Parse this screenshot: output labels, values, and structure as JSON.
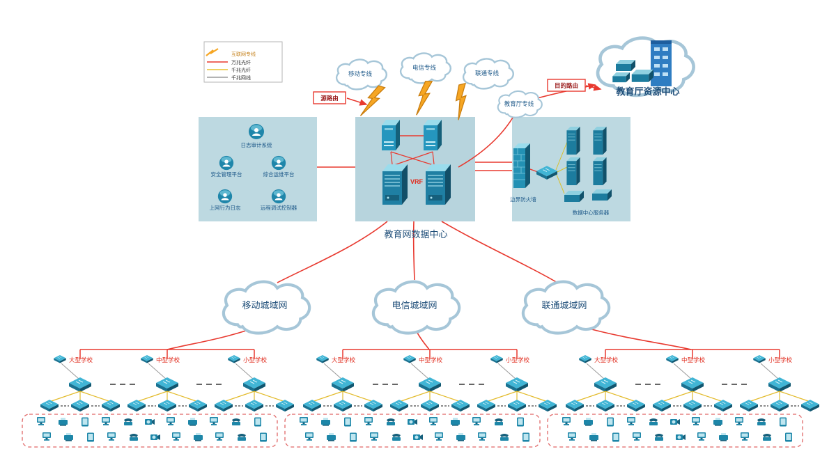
{
  "legend": {
    "items": [
      {
        "label": "互联网专线"
      },
      {
        "label": "万兆光纤"
      },
      {
        "label": "千兆光纤"
      },
      {
        "label": "千兆网线"
      }
    ]
  },
  "colors": {
    "internet_bolt": "#f6a623",
    "fiber_10g_red": "#e8392f",
    "fiber_1g_yellow": "#e8c22e",
    "cable_1g_gray": "#9a9a9a",
    "zone_box_teal": "#bdd9e1",
    "device_teal": "#1f7fa3",
    "label_blue": "#1f4e79"
  },
  "top": {
    "clouds": {
      "mobile": "移动专线",
      "telecom": "电信专线",
      "unicom": "联通专线",
      "edu": "教育厅专线"
    },
    "source_route": "源路由",
    "dest_route": "目的路由",
    "resource_center": "教育厅资源中心"
  },
  "data_center": {
    "label": "教育网数据中心",
    "vrf": "VRF"
  },
  "management": {
    "log_audit": "日志审计系统",
    "security": "安全管理平台",
    "ops": "综合运维平台",
    "behavior": "上网行为日志",
    "remote": "远程调试控制器"
  },
  "server_area": {
    "firewall": "边界防火墙",
    "servers": "数据中心服务器"
  },
  "metro": {
    "mobile": "移动城域网",
    "telecom": "电信城域网",
    "unicom": "联通城域网"
  },
  "schools": {
    "large": "大型学校",
    "medium": "中型学校",
    "small": "小型学校"
  }
}
